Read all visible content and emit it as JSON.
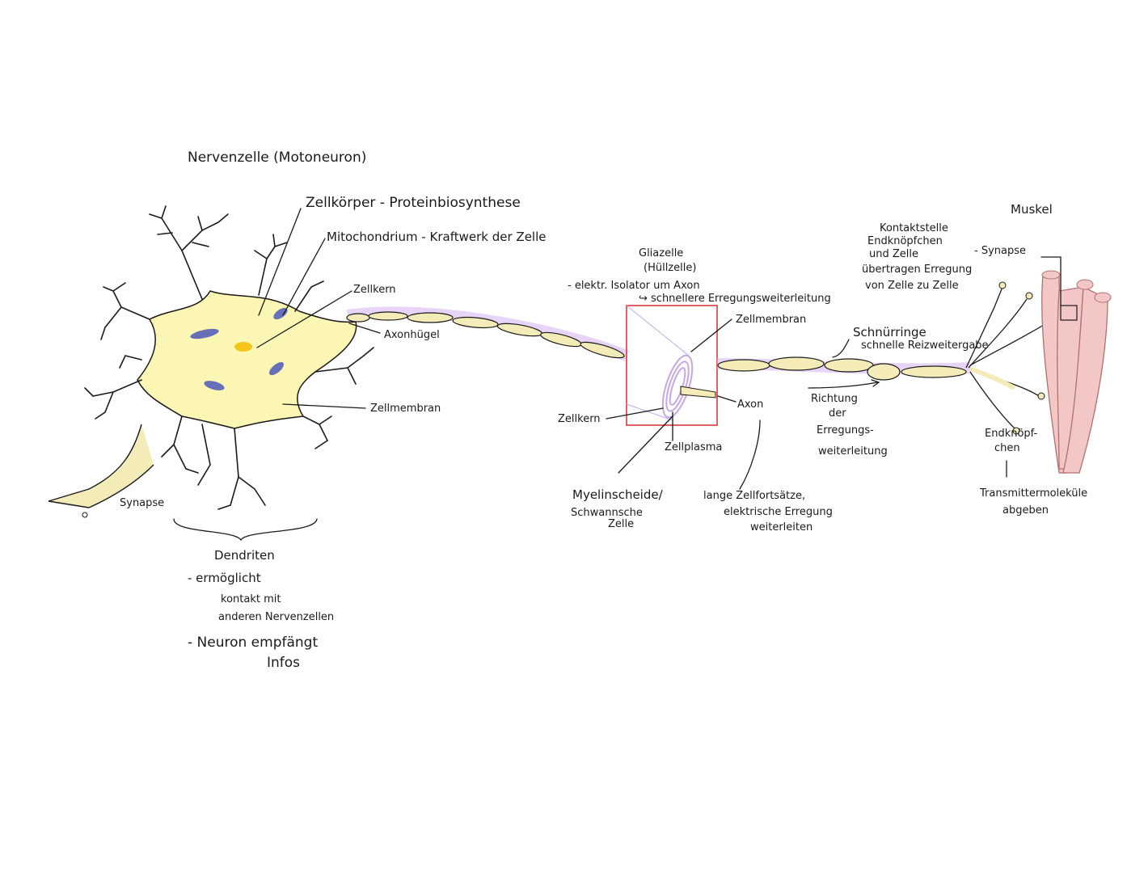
{
  "title": "Nervenzelle (Motoneuron)",
  "labels": {
    "zellkoerper": "Zellkörper - Proteinbiosynthese",
    "mitochondrium": "Mitochondrium - Kraftwerk der Zelle",
    "zellkern": "Zellkern",
    "axonhuegel": "Axonhügel",
    "zellmembran_left": "Zellmembran",
    "synapse_left": "Synapse",
    "dendriten": "Dendriten",
    "dendriten_note_1a": "- ermöglicht",
    "dendriten_note_1b": "kontakt mit",
    "dendriten_note_1c": "anderen Nervenzellen",
    "dendriten_note_2a": "- Neuron empfängt",
    "dendriten_note_2b": "Infos",
    "gliazelle_1": "Gliazelle",
    "gliazelle_2": "(Hüllzelle)",
    "isolator_1": "- elektr. Isolator um Axon",
    "isolator_2": "↪ schnellere Erregungsweiterleitung",
    "zellmembran_right": "Zellmembran",
    "zellkern_right": "Zellkern",
    "zellplasma": "Zellplasma",
    "axon": "Axon",
    "myelin_1": "Myelinscheide/",
    "myelin_2": "Schwannsche",
    "myelin_3": "Zelle",
    "axon_desc_1": "lange Zellfortsätze,",
    "axon_desc_2": "elektrische Erregung",
    "axon_desc_3": "weiterleiten",
    "schnuerringe_1": "Schnürringe",
    "schnuerringe_2": "schnelle Reizweitergabe",
    "richtung_1": "Richtung",
    "richtung_2": "der",
    "richtung_3": "Erregungs-",
    "richtung_4": "weiterleitung",
    "kontakt_1": "Kontaktstelle",
    "kontakt_2": "Endknöpfchen",
    "kontakt_3": "und Zelle",
    "kontakt_4": "übertragen Erregung",
    "kontakt_5": "von Zelle zu Zelle",
    "synapse_right": "- Synapse",
    "muskel": "Muskel",
    "endknoepfchen_1": "Endknöpf-",
    "endknoepfchen_2": "chen",
    "transmitter_1": "Transmittermoleküle",
    "transmitter_2": "abgeben"
  },
  "colors": {
    "cell_body": "#fcf6b4",
    "axon_fill": "#f3ecb8",
    "myelin_glow": "#d9b8f0",
    "nucleus": "#f4c61a",
    "mitochondria": "#6670b8",
    "muscle": "#f4c7c7",
    "muscle_stroke": "#b07070",
    "box": "#d63b3b",
    "ink": "#1a1a1a"
  }
}
